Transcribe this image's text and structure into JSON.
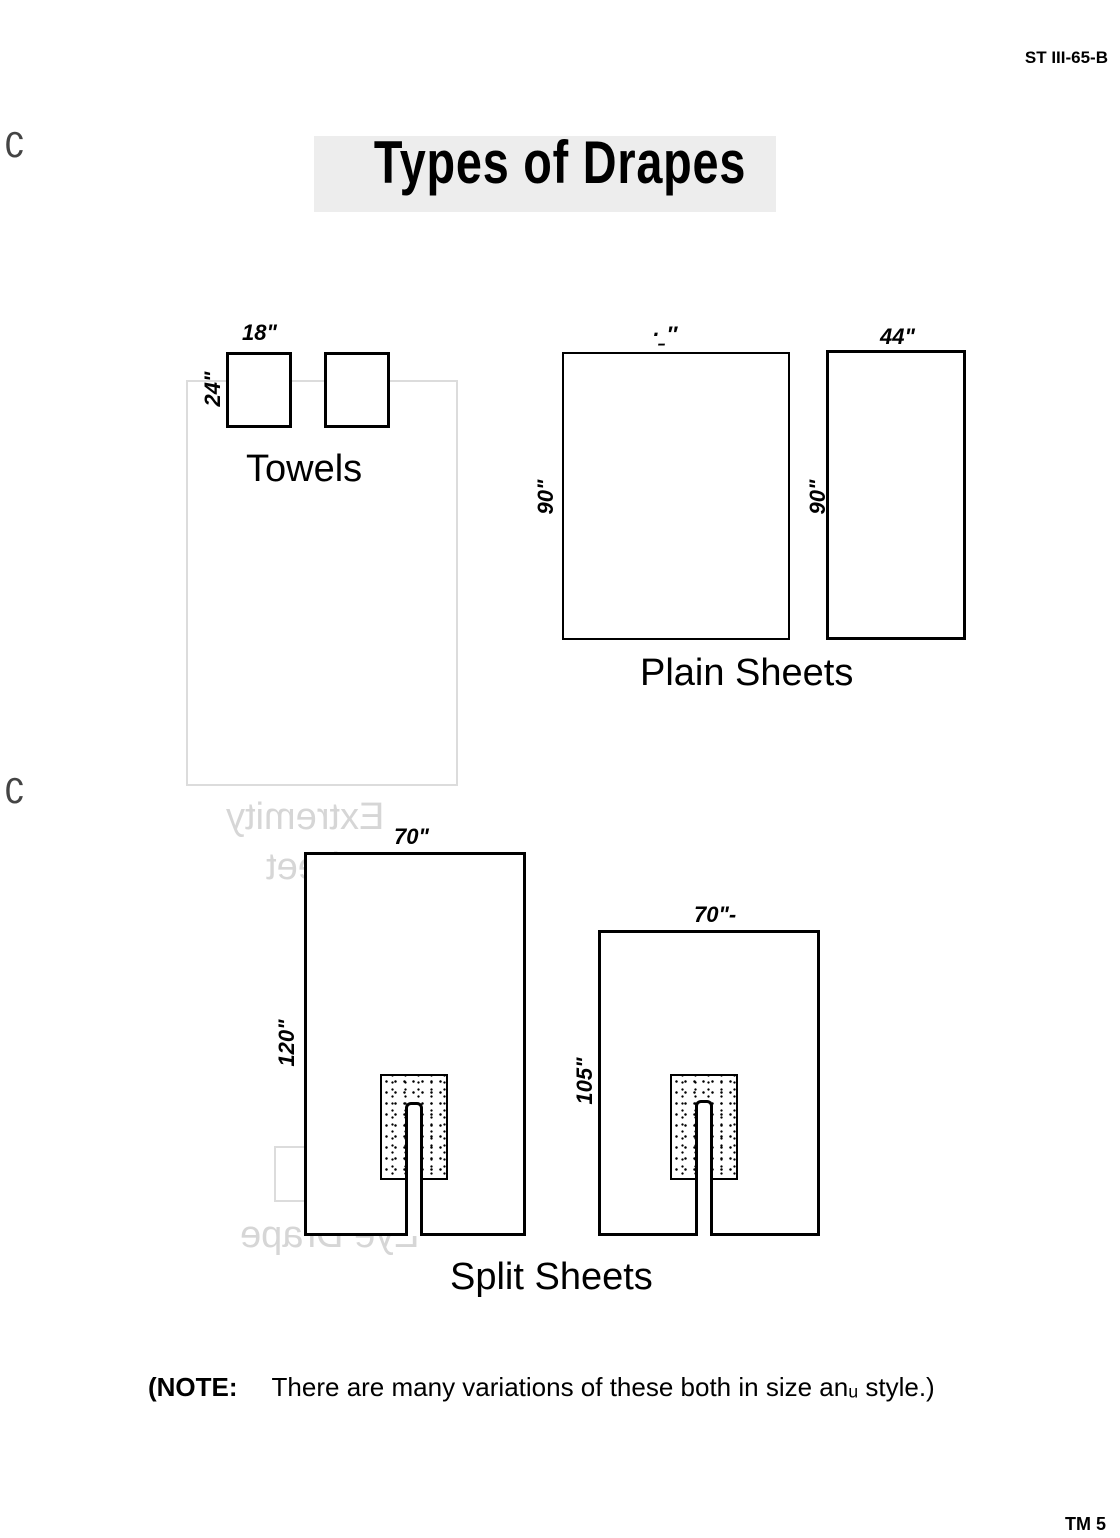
{
  "header": {
    "doc_id": "ST III-65-B"
  },
  "title": "Types of Drapes",
  "towels": {
    "width_label": "18\"",
    "height_label": "24\"",
    "label": "Towels"
  },
  "plain_sheets": {
    "sheet1": {
      "width_label": "·ˍ″",
      "height_label": "90\""
    },
    "sheet2": {
      "width_label": "44\"",
      "height_label": "90\""
    },
    "label": "Plain Sheets"
  },
  "split_sheets": {
    "sheet1": {
      "width_label": "70\"",
      "height_label": "120\""
    },
    "sheet2": {
      "width_label": "70\"-",
      "height_label": "105\""
    },
    "label": "Split Sheets"
  },
  "note": {
    "head": "(NOTE:",
    "text": "There are many variations of these both in size anᵤ style.)"
  },
  "footer": {
    "page_code": "TM 5"
  },
  "show_through": {
    "extremity_line1": "Extremity",
    "extremity_line2": "Sheet",
    "eye_drape": "Eye Drape"
  }
}
